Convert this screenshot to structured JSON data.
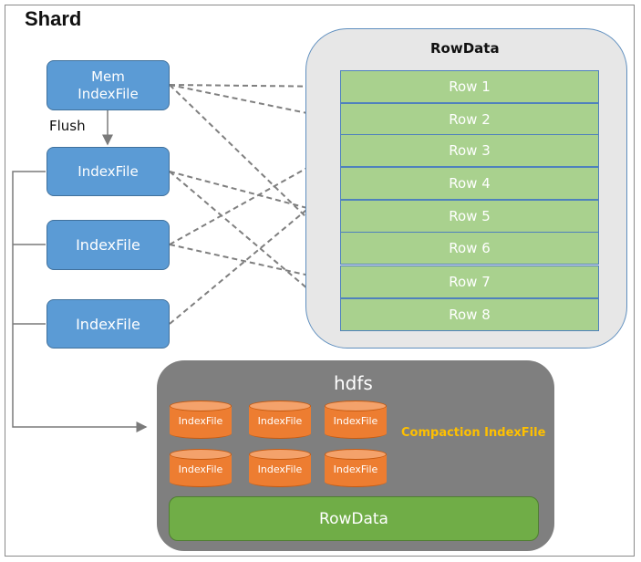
{
  "title": "Shard",
  "memindex": {
    "line1": "Mem",
    "line2": "IndexFile"
  },
  "flush_label": "Flush",
  "indexfiles": [
    "IndexFile",
    "IndexFile",
    "IndexFile"
  ],
  "rowdata": {
    "title": "RowData",
    "rows": [
      "Row 1",
      "Row 2",
      "Row 3",
      "Row 4",
      "Row 5",
      "Row 6",
      "Row 7",
      "Row 8"
    ]
  },
  "hdfs": {
    "title": "hdfs",
    "cylinders": [
      "IndexFile",
      "IndexFile",
      "IndexFile",
      "IndexFile",
      "IndexFile",
      "IndexFile"
    ],
    "compaction_label": "Compaction  IndexFile",
    "rowdata_label": "RowData"
  },
  "colors": {
    "index_box": "#5b9bd5",
    "row": "#a9d18e",
    "hdfs_bg": "#7f7f7f",
    "cylinder": "#ed7d31",
    "compaction_text": "#ffc000",
    "rowdata_bar": "#70ad47"
  }
}
